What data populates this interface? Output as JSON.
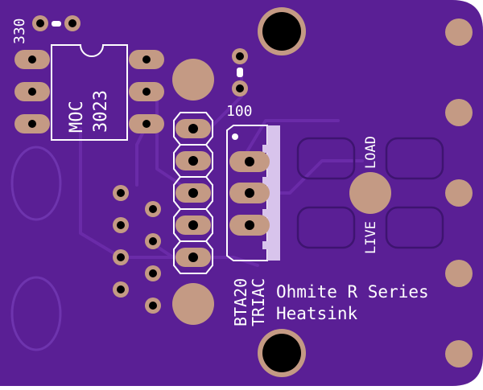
{
  "board": {
    "colors": {
      "soldermask": "#5a1f95",
      "trace": "#6a2ba8",
      "silkscreen": "#ffffff",
      "pad_fill": "#c49a84",
      "pad_outline": "#c49a84",
      "hole": "#000000"
    }
  },
  "labels": {
    "resistor_330": "330",
    "ic_part": "MOC",
    "ic_number": "3023",
    "resistor_100": "100",
    "triac_part": "BTA20",
    "triac_type": "TRIAC",
    "load": "LOAD",
    "live": "LIVE",
    "heatsink_line1": "Ohmite R Series",
    "heatsink_line2": "Heatsink"
  }
}
